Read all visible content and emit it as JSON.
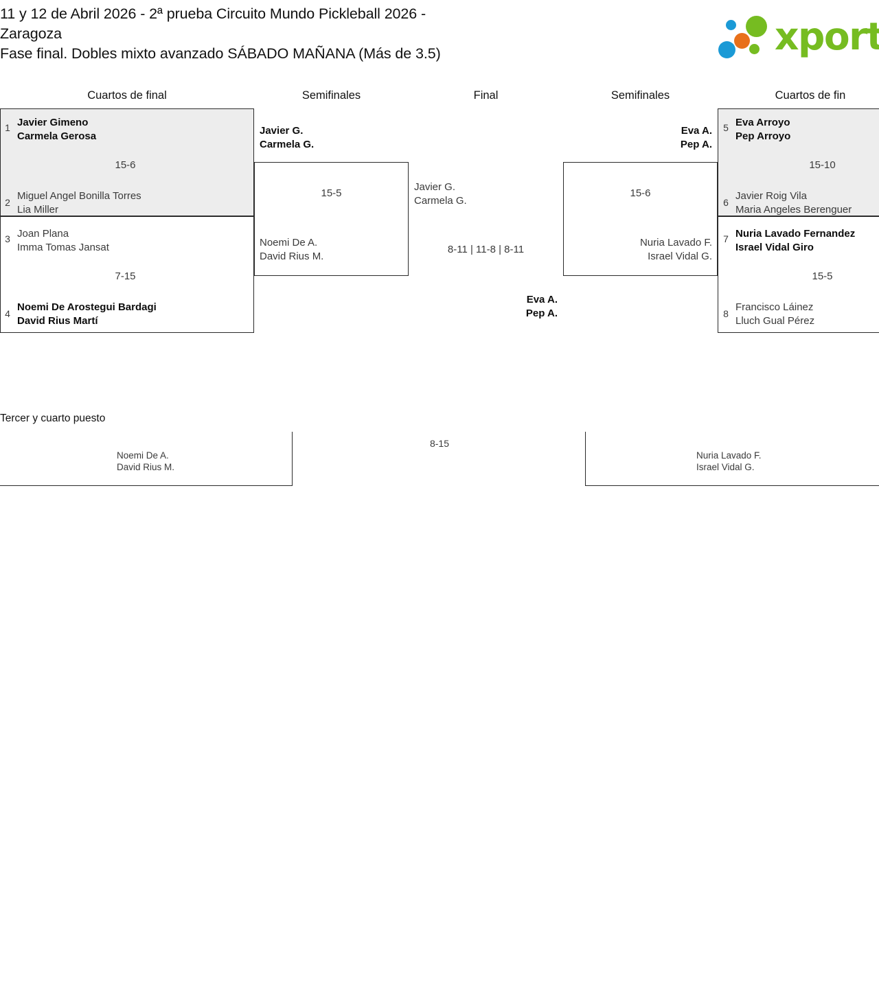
{
  "header": {
    "title_line1": "11 y 12 de Abril 2026 - 2ª prueba Circuito Mundo Pickleball 2026 -",
    "title_line2": "Zaragoza",
    "title_line3": "Fase final. Dobles mixto avanzado SÁBADO MAÑANA (Más de 3.5)",
    "logo_text": "xporty",
    "logo_colors": {
      "green": "#76bc21",
      "blue": "#1b9ad6",
      "orange": "#e8701a"
    }
  },
  "rounds": {
    "qf_left": "Cuartos de final",
    "sf_left": "Semifinales",
    "final": "Final",
    "sf_right": "Semifinales",
    "qf_right": "Cuartos de fin"
  },
  "bracket": {
    "quarterfinals_left": [
      {
        "score": "15-6",
        "shaded": true,
        "top": {
          "seed": "1",
          "p1": "Javier Gimeno",
          "p2": "Carmela Gerosa",
          "winner": true
        },
        "bottom": {
          "seed": "2",
          "p1": "Miguel Angel Bonilla Torres",
          "p2": "Lia Miller",
          "winner": false
        }
      },
      {
        "score": "7-15",
        "shaded": false,
        "top": {
          "seed": "3",
          "p1": "Joan Plana",
          "p2": "Imma Tomas Jansat",
          "winner": false
        },
        "bottom": {
          "seed": "4",
          "p1": "Noemi De Arostegui Bardagi",
          "p2": "David Rius Martí",
          "winner": true
        }
      }
    ],
    "quarterfinals_right": [
      {
        "score": "15-10",
        "shaded": true,
        "top": {
          "seed": "5",
          "p1": "Eva Arroyo",
          "p2": "Pep Arroyo",
          "winner": true
        },
        "bottom": {
          "seed": "6",
          "p1": "Javier Roig Vila",
          "p2": "Maria Angeles Berenguer",
          "winner": false
        }
      },
      {
        "score": "15-5",
        "shaded": false,
        "top": {
          "seed": "7",
          "p1": "Nuria Lavado Fernandez",
          "p2": "Israel Vidal Giro",
          "winner": true
        },
        "bottom": {
          "seed": "8",
          "p1": "Francisco Láinez",
          "p2": "Lluch Gual Pérez",
          "winner": false
        }
      }
    ],
    "semifinal_left": {
      "score": "15-5",
      "top": {
        "p1": "Javier G.",
        "p2": "Carmela G.",
        "winner": true
      },
      "bottom": {
        "p1": "Noemi De A.",
        "p2": "David Rius M.",
        "winner": false
      }
    },
    "semifinal_right": {
      "score": "15-6",
      "top": {
        "p1": "Eva A.",
        "p2": "Pep A.",
        "winner": true
      },
      "bottom": {
        "p1": "Nuria Lavado F.",
        "p2": "Israel Vidal G.",
        "winner": false
      }
    },
    "final": {
      "score": "8-11 | 11-8 | 8-11",
      "left": {
        "p1": "Javier G.",
        "p2": "Carmela G.",
        "winner": false
      },
      "right": {
        "p1": "Eva A.",
        "p2": "Pep A.",
        "winner": true
      }
    }
  },
  "third_place": {
    "title": "Tercer y cuarto puesto",
    "score": "8-15",
    "left": {
      "p1": "Noemi De A.",
      "p2": "David Rius M."
    },
    "right": {
      "p1": "Nuria Lavado F.",
      "p2": "Israel Vidal G."
    }
  }
}
